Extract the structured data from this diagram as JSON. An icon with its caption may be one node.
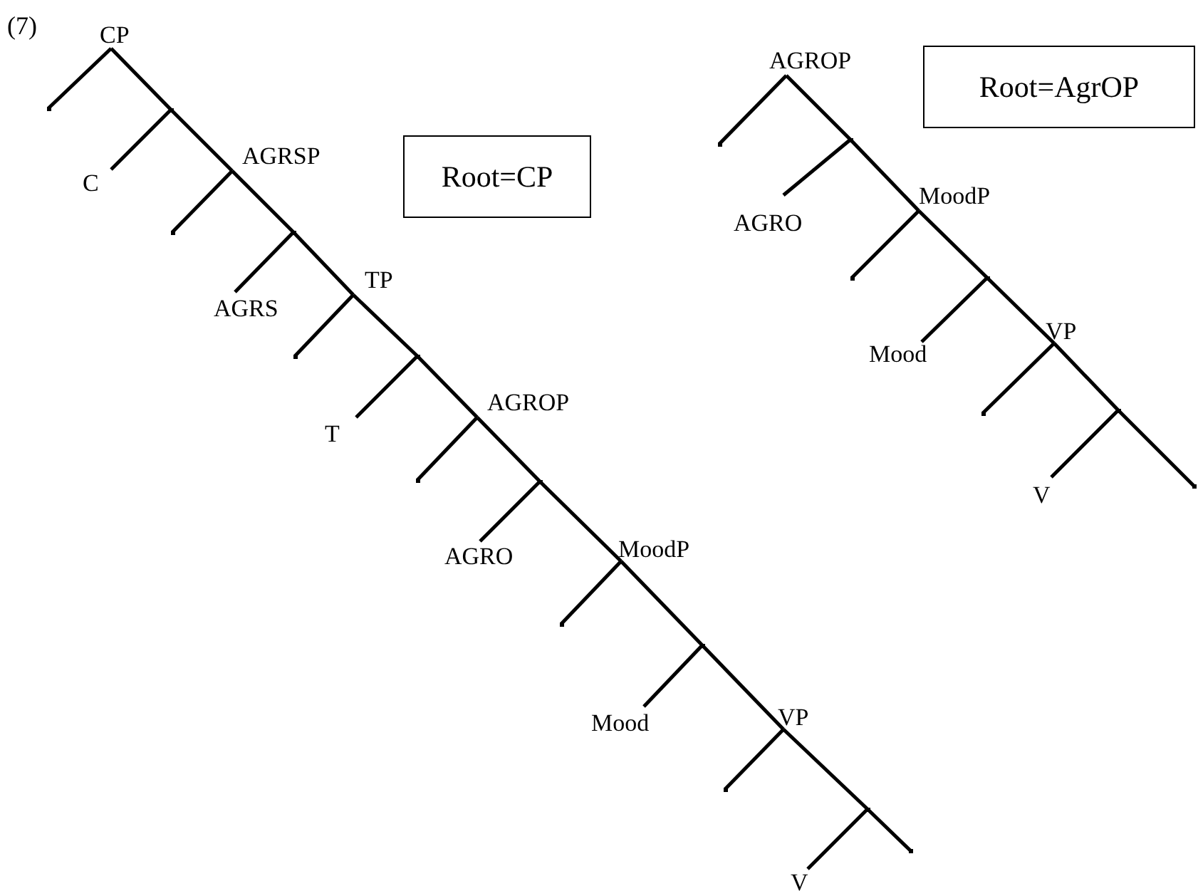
{
  "diagram": {
    "nodes": [
      {
        "text": [
          "CP"
        ]
      },
      {
        "text": [],
        "shape": "point"
      },
      {
        "text": [],
        "shape": "point"
      },
      {
        "text": [
          "C"
        ]
      },
      {
        "text": [
          "AGRSP"
        ]
      },
      {
        "text": [],
        "shape": "point"
      },
      {
        "text": [],
        "shape": "point"
      },
      {
        "text": [
          "AGRS"
        ]
      },
      {
        "text": [
          "TP"
        ]
      },
      {
        "text": [],
        "shape": "point"
      },
      {
        "text": [],
        "shape": "point"
      },
      {
        "text": [
          "T"
        ]
      },
      {
        "text": [
          "AGROP"
        ]
      },
      {
        "text": [],
        "shape": "point"
      },
      {
        "text": [],
        "shape": "point"
      },
      {
        "text": [
          "AGRO"
        ]
      },
      {
        "text": [
          "MoodP"
        ]
      },
      {
        "text": [],
        "shape": "point"
      },
      {
        "text": [],
        "shape": "point"
      },
      {
        "text": [
          "Mood"
        ]
      },
      {
        "text": [
          "VP"
        ]
      },
      {
        "text": [],
        "shape": "point"
      },
      {
        "text": [],
        "shape": "point"
      },
      {
        "text": [
          "V"
        ]
      },
      {
        "text": [],
        "shape": "point"
      },
      {
        "text": [
          "AGROP"
        ]
      },
      {
        "text": [],
        "shape": "point"
      },
      {
        "text": [],
        "shape": "point"
      },
      {
        "text": [
          "AGRO"
        ]
      },
      {
        "text": [
          "MoodP"
        ]
      },
      {
        "text": [],
        "shape": "point"
      },
      {
        "text": [],
        "shape": "point"
      },
      {
        "text": [
          "Mood"
        ]
      },
      {
        "text": [
          "VP"
        ]
      },
      {
        "text": [],
        "shape": "point"
      },
      {
        "text": [],
        "shape": "point"
      },
      {
        "text": [
          "V"
        ]
      },
      {
        "text": [],
        "shape": "point"
      },
      {
        "text": [
          "Root=CP"
        ]
      },
      {
        "text": [
          "Root=AgrOP"
        ]
      }
    ],
    "edges": [
      {
        "from": 0,
        "to": 1,
        "arrow": "none"
      },
      {
        "from": 0,
        "to": 2,
        "arrow": "none"
      },
      {
        "from": 2,
        "to": 3,
        "arrow": "none"
      },
      {
        "from": 2,
        "to": 4,
        "arrow": "none"
      },
      {
        "from": 4,
        "to": 5,
        "arrow": "none"
      },
      {
        "from": 4,
        "to": 6,
        "arrow": "none"
      },
      {
        "from": 6,
        "to": 7,
        "arrow": "none"
      },
      {
        "from": 6,
        "to": 8,
        "arrow": "none"
      },
      {
        "from": 8,
        "to": 9,
        "arrow": "none"
      },
      {
        "from": 8,
        "to": 10,
        "arrow": "none"
      },
      {
        "from": 10,
        "to": 11,
        "arrow": "none"
      },
      {
        "from": 10,
        "to": 12,
        "arrow": "none"
      },
      {
        "from": 12,
        "to": 13,
        "arrow": "none"
      },
      {
        "from": 12,
        "to": 14,
        "arrow": "none"
      },
      {
        "from": 14,
        "to": 15,
        "arrow": "none"
      },
      {
        "from": 14,
        "to": 16,
        "arrow": "none"
      },
      {
        "from": 16,
        "to": 17,
        "arrow": "none"
      },
      {
        "from": 16,
        "to": 18,
        "arrow": "none"
      },
      {
        "from": 18,
        "to": 19,
        "arrow": "none"
      },
      {
        "from": 18,
        "to": 20,
        "arrow": "none"
      },
      {
        "from": 20,
        "to": 21,
        "arrow": "none"
      },
      {
        "from": 20,
        "to": 22,
        "arrow": "none"
      },
      {
        "from": 22,
        "to": 23,
        "arrow": "none"
      },
      {
        "from": 22,
        "to": 24,
        "arrow": "none"
      },
      {
        "from": 25,
        "to": 26,
        "arrow": "none"
      },
      {
        "from": 25,
        "to": 27,
        "arrow": "none"
      },
      {
        "from": 27,
        "to": 28,
        "arrow": "none"
      },
      {
        "from": 27,
        "to": 29,
        "arrow": "none"
      },
      {
        "from": 29,
        "to": 30,
        "arrow": "none"
      },
      {
        "from": 29,
        "to": 31,
        "arrow": "none"
      },
      {
        "from": 31,
        "to": 32,
        "arrow": "none"
      },
      {
        "from": 31,
        "to": 33,
        "arrow": "none"
      },
      {
        "from": 33,
        "to": 34,
        "arrow": "none"
      },
      {
        "from": 33,
        "to": 35,
        "arrow": "none"
      },
      {
        "from": 35,
        "to": 36,
        "arrow": "none"
      },
      {
        "from": 35,
        "to": 37,
        "arrow": "none"
      }
    ],
    "labels": [
      "(7)"
    ]
  }
}
